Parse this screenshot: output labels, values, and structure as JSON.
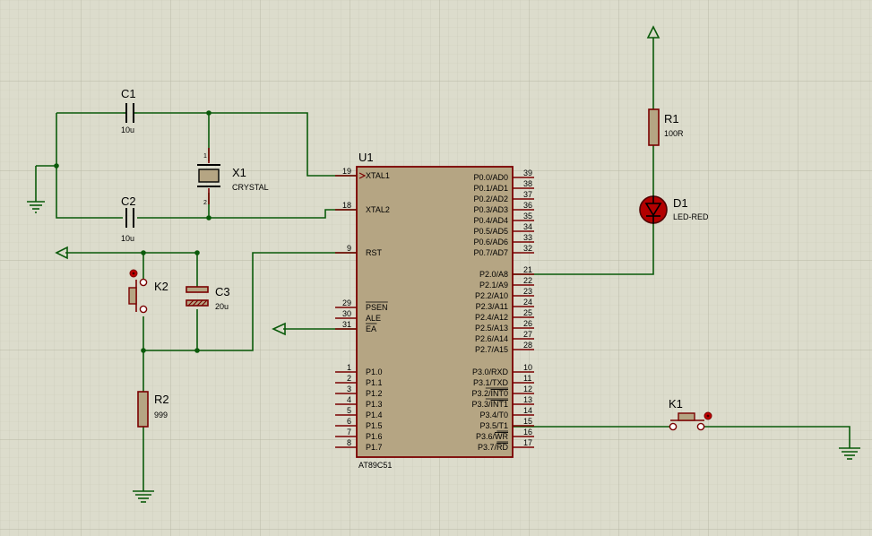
{
  "components": {
    "C1": {
      "ref": "C1",
      "value": "10u"
    },
    "C2": {
      "ref": "C2",
      "value": "10u"
    },
    "C3": {
      "ref": "C3",
      "value": "20u"
    },
    "X1": {
      "ref": "X1",
      "value": "CRYSTAL",
      "pin1": "1",
      "pin2": "2"
    },
    "R1": {
      "ref": "R1",
      "value": "100R"
    },
    "R2": {
      "ref": "R2",
      "value": "999"
    },
    "D1": {
      "ref": "D1",
      "value": "LED-RED"
    },
    "K1": {
      "ref": "K1"
    },
    "K2": {
      "ref": "K2"
    },
    "U1": {
      "ref": "U1",
      "part": "AT89C51"
    }
  },
  "u1_left_pins": [
    {
      "num": "19",
      "name": "XTAL1"
    },
    {
      "num": "18",
      "name": "XTAL2"
    },
    {
      "num": "9",
      "name": "RST"
    },
    {
      "num": "29",
      "name": "PSEN",
      "overline": true
    },
    {
      "num": "30",
      "name": "ALE"
    },
    {
      "num": "31",
      "name": "EA",
      "overline": true
    },
    {
      "num": "1",
      "name": "P1.0"
    },
    {
      "num": "2",
      "name": "P1.1"
    },
    {
      "num": "3",
      "name": "P1.2"
    },
    {
      "num": "4",
      "name": "P1.3"
    },
    {
      "num": "5",
      "name": "P1.4"
    },
    {
      "num": "6",
      "name": "P1.5"
    },
    {
      "num": "7",
      "name": "P1.6"
    },
    {
      "num": "8",
      "name": "P1.7"
    }
  ],
  "u1_right_pins": [
    {
      "num": "39",
      "name": "P0.0/AD0"
    },
    {
      "num": "38",
      "name": "P0.1/AD1"
    },
    {
      "num": "37",
      "name": "P0.2/AD2"
    },
    {
      "num": "36",
      "name": "P0.3/AD3"
    },
    {
      "num": "35",
      "name": "P0.4/AD4"
    },
    {
      "num": "34",
      "name": "P0.5/AD5"
    },
    {
      "num": "33",
      "name": "P0.6/AD6"
    },
    {
      "num": "32",
      "name": "P0.7/AD7"
    },
    {
      "num": "21",
      "name": "P2.0/A8"
    },
    {
      "num": "22",
      "name": "P2.1/A9"
    },
    {
      "num": "23",
      "name": "P2.2/A10"
    },
    {
      "num": "24",
      "name": "P2.3/A11"
    },
    {
      "num": "25",
      "name": "P2.4/A12"
    },
    {
      "num": "26",
      "name": "P2.5/A13"
    },
    {
      "num": "27",
      "name": "P2.6/A14"
    },
    {
      "num": "28",
      "name": "P2.7/A15"
    },
    {
      "num": "10",
      "name": "P3.0/RXD"
    },
    {
      "num": "11",
      "name": "P3.1/TXD"
    },
    {
      "num": "12",
      "name": "P3.2/",
      "over": "INT0"
    },
    {
      "num": "13",
      "name": "P3.3/",
      "over": "INT1"
    },
    {
      "num": "14",
      "name": "P3.4/T0"
    },
    {
      "num": "15",
      "name": "P3.5/T1"
    },
    {
      "num": "16",
      "name": "P3.6/",
      "over": "WR"
    },
    {
      "num": "17",
      "name": "P3.7/",
      "over": "RD"
    }
  ]
}
